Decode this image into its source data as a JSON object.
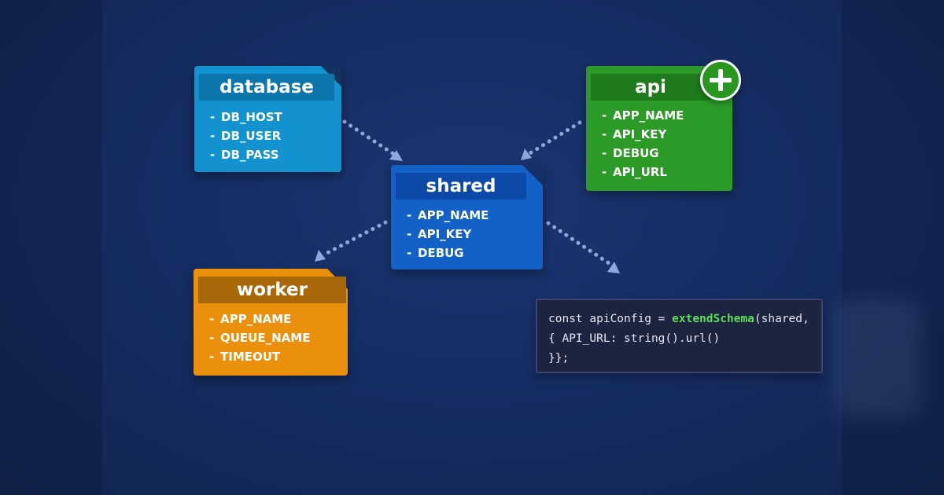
{
  "colors": {
    "background": "#162d63",
    "database": "#1293cf",
    "shared": "#1360c6",
    "api": "#2b9a27",
    "worker": "#eb900c",
    "arrow": "#8fa8dc",
    "code_background": "#1c2440",
    "code_highlight": "#5fdc5a"
  },
  "schemas": {
    "database": {
      "title": "database",
      "fields": [
        "DB_HOST",
        "DB_USER",
        "DB_PASS"
      ]
    },
    "shared": {
      "title": "shared",
      "fields": [
        "APP_NAME",
        "API_KEY",
        "DEBUG"
      ]
    },
    "api": {
      "title": "api",
      "fields": [
        "APP_NAME",
        "API_KEY",
        "DEBUG",
        "API_URL"
      ],
      "badge_icon": "plus-icon"
    },
    "worker": {
      "title": "worker",
      "fields": [
        "APP_NAME",
        "QUEUE_NAME",
        "TIMEOUT"
      ]
    }
  },
  "field_bullet": "-",
  "arrows": [
    {
      "from": "database",
      "to": "shared"
    },
    {
      "from": "api",
      "to": "shared"
    },
    {
      "from": "shared",
      "to": "worker"
    },
    {
      "from": "shared",
      "to": "code-block"
    }
  ],
  "code": {
    "line1_pre": "const apiConfig = ",
    "line1_fn": "extendSchema",
    "line1_post": "(shared,",
    "line2": "{ API_URL: string().url()",
    "line3": "}};"
  }
}
